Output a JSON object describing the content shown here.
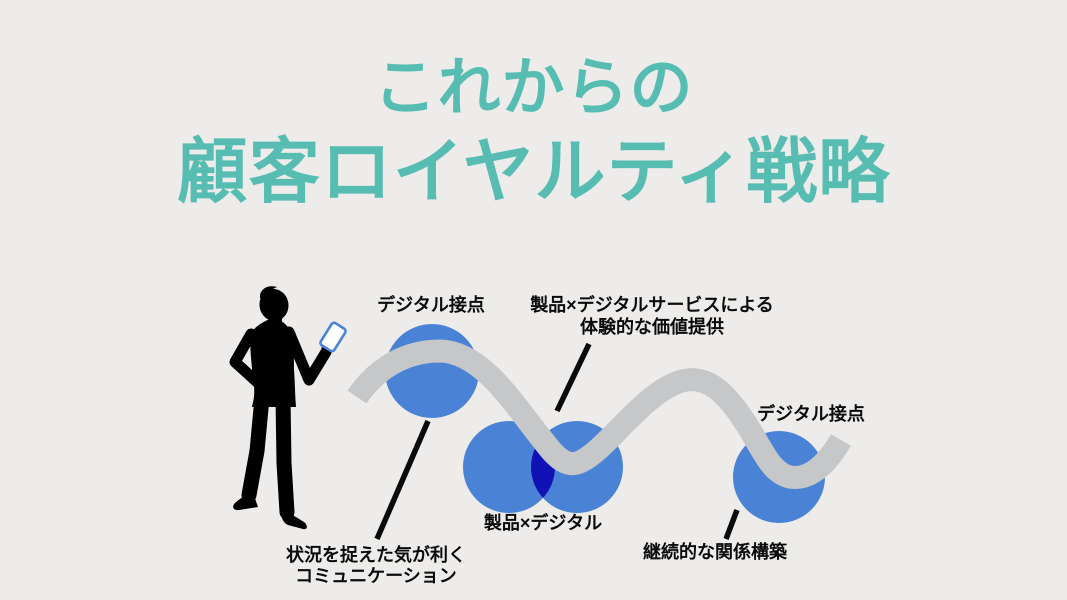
{
  "slide": {
    "title": {
      "line1": "これからの",
      "line2": "顧客ロイヤルティ戦略"
    }
  },
  "diagram": {
    "labels": {
      "touchpoint_1": "デジタル接点",
      "value_line1": "製品×デジタルサービスによる",
      "value_line2": "体験的な価値提供",
      "touchpoint_2": "デジタル接点",
      "product_digital": "製品×デジタル",
      "communication_line1": "状況を捉えた気が利く",
      "communication_line2": "コミュニケーション",
      "relationship": "継続的な関係構築"
    },
    "icons": {
      "person": "person-holding-smartphone-silhouette",
      "smartphone": "smartphone-outline-icon"
    }
  },
  "colors": {
    "background": "#EDECEA",
    "title_teal": "#57BDB2",
    "circle_blue": "#4A83D6",
    "overlap_blue": "#1112B5",
    "wave_gray": "#C6C7C8",
    "label_black": "#0B0B0B",
    "silhouette_black": "#000000"
  }
}
